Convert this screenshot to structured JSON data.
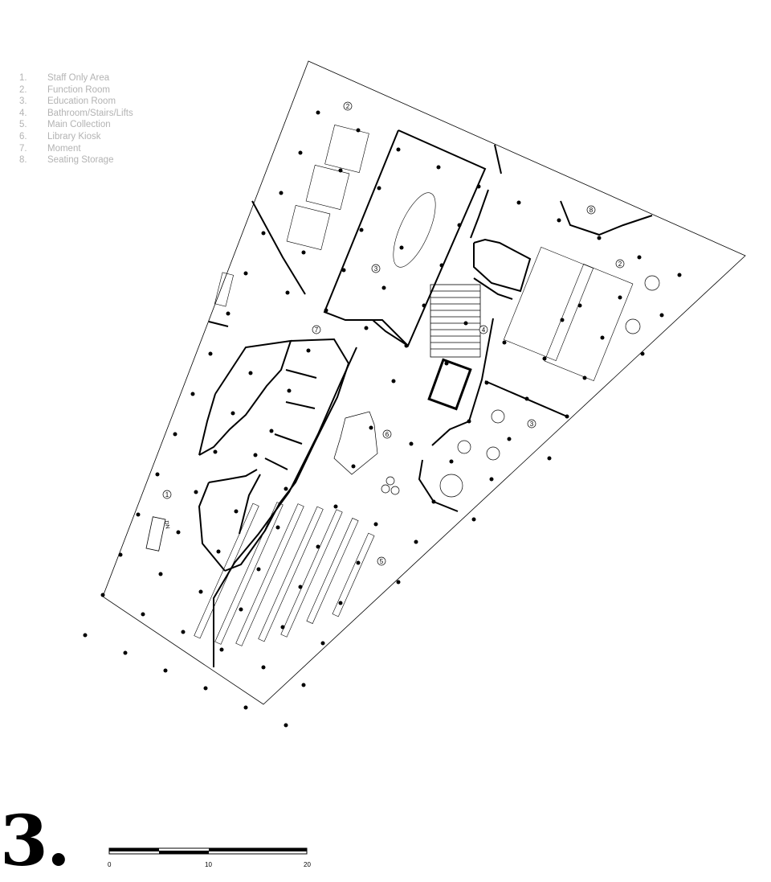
{
  "legend": [
    {
      "num": "1.",
      "label": "Staff Only Area"
    },
    {
      "num": "2.",
      "label": "Function Room"
    },
    {
      "num": "3.",
      "label": "Education Room"
    },
    {
      "num": "4.",
      "label": "Bathroom/Stairs/Lifts"
    },
    {
      "num": "5.",
      "label": "Main Collection"
    },
    {
      "num": "6.",
      "label": "Library Kiosk"
    },
    {
      "num": "7.",
      "label": "Moment"
    },
    {
      "num": "8.",
      "label": "Seating Storage"
    }
  ],
  "room_tags": [
    {
      "label": "1"
    },
    {
      "label": "2"
    },
    {
      "label": "2"
    },
    {
      "label": "3"
    },
    {
      "label": "3"
    },
    {
      "label": "4"
    },
    {
      "label": "5"
    },
    {
      "label": "6"
    },
    {
      "label": "7"
    },
    {
      "label": "8"
    }
  ],
  "stair_label": "DN",
  "sheet_number": "3.",
  "scale_bar": {
    "ticks": [
      "0",
      "10",
      "20"
    ]
  },
  "colors": {
    "line": "#000000",
    "legend_text": "#b3b3b3",
    "background": "#ffffff"
  }
}
